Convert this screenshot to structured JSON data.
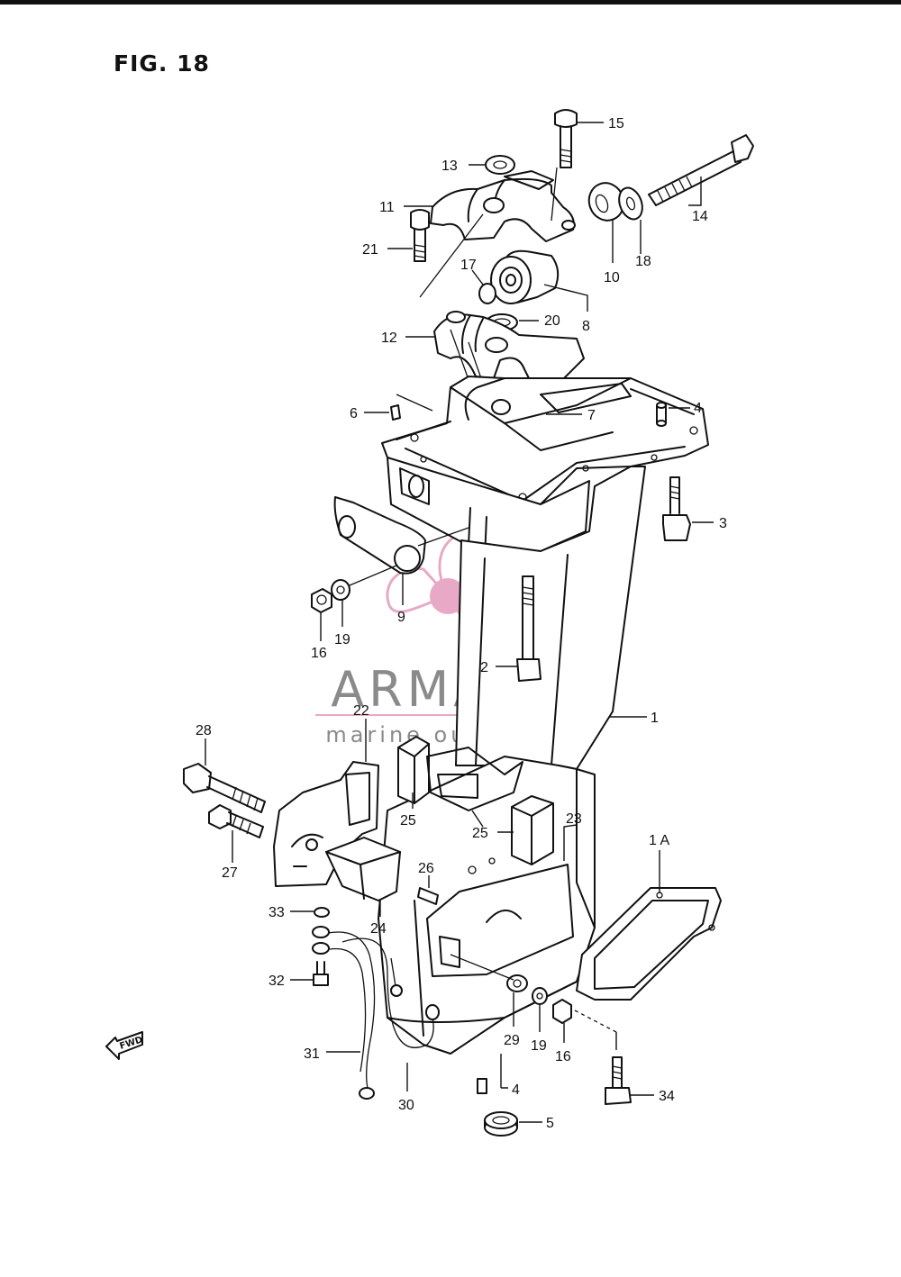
{
  "figure": {
    "title": "FIG. 18"
  },
  "watermark": {
    "brand": "ARMADA",
    "tagline": "marine outboards",
    "accent_color": "#e8a9c6",
    "text_color": "#8a8a8a"
  },
  "direction_marker": {
    "label": "FWD",
    "icon": "fwd-arrow-icon"
  },
  "callouts": [
    "15",
    "13",
    "11",
    "14",
    "21",
    "17",
    "10",
    "18",
    "8",
    "20",
    "12",
    "6",
    "7",
    "4",
    "3",
    "9",
    "16",
    "19",
    "2",
    "1",
    "22",
    "28",
    "27",
    "25",
    "25",
    "23",
    "1 A",
    "26",
    "33",
    "24",
    "32",
    "29",
    "19",
    "16",
    "31",
    "30",
    "4",
    "5",
    "34"
  ]
}
